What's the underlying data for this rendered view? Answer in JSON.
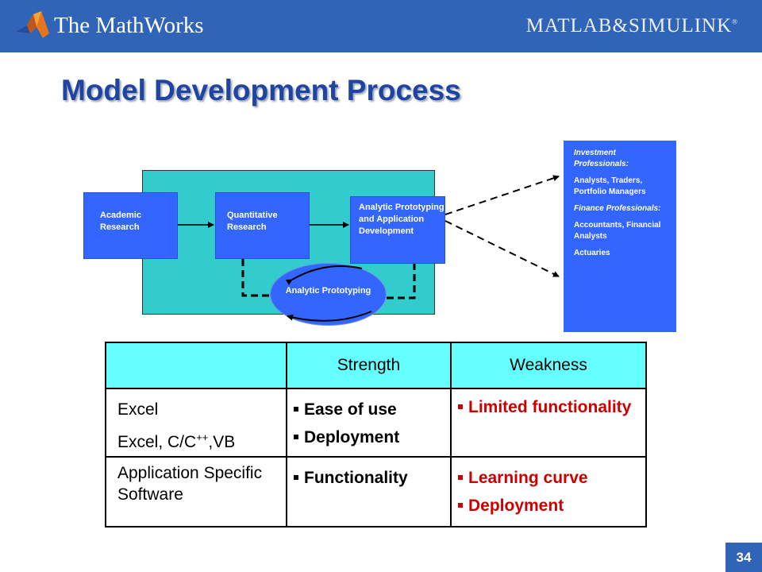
{
  "header": {
    "company": "The MathWorks",
    "brand": "MATLAB&SIMULINK",
    "brand_mark": "®",
    "logo_icon": "matlab-membrane-logo"
  },
  "title": "Model Development Process",
  "diagram": {
    "academic": "Academic Research",
    "quantitative": "Quantitative Research",
    "analytic_dev": "Analytic Prototyping and Application Development",
    "prototyping": "Analytic Prototyping",
    "professionals": {
      "investment_heading": "Investment Professionals:",
      "investment_roles": "Analysts, Traders, Portfolio Managers",
      "finance_heading": "Finance Professionals:",
      "finance_roles": "Accountants, Financial Analysts",
      "actuaries": "Actuaries"
    }
  },
  "table": {
    "headers": [
      "",
      "Strength",
      "Weakness"
    ],
    "rows": [
      {
        "labels": [
          "Excel",
          "Excel, C/C++,VB"
        ],
        "strengths": [
          "Ease of use",
          "Deployment"
        ],
        "weaknesses": [
          "Limited functionality"
        ]
      },
      {
        "labels": [
          "Application Specific Software"
        ],
        "strengths": [
          "Functionality"
        ],
        "weaknesses": [
          "Learning curve",
          "Deployment"
        ]
      }
    ]
  },
  "page_number": "34",
  "colors": {
    "header_blue": "#2f64b7",
    "box_blue": "#3366ff",
    "teal": "#33cccc",
    "table_header": "#66ffff",
    "weakness_red": "#cc0000",
    "title_blue": "#1f45a0"
  }
}
